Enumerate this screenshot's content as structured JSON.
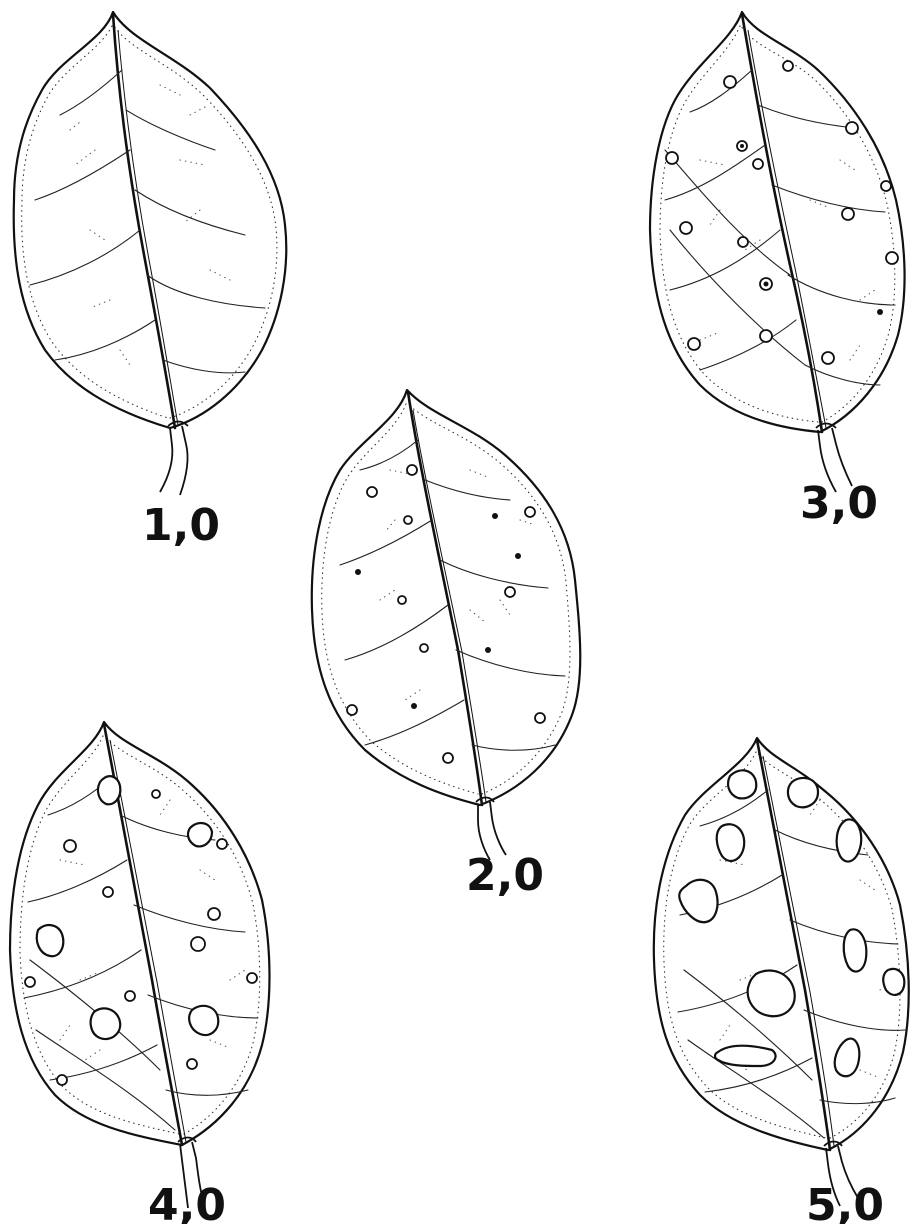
{
  "leaves": [
    {
      "score": "1,0"
    },
    {
      "score": "2,0"
    },
    {
      "score": "3,0"
    },
    {
      "score": "4,0"
    },
    {
      "score": "5,0"
    }
  ]
}
